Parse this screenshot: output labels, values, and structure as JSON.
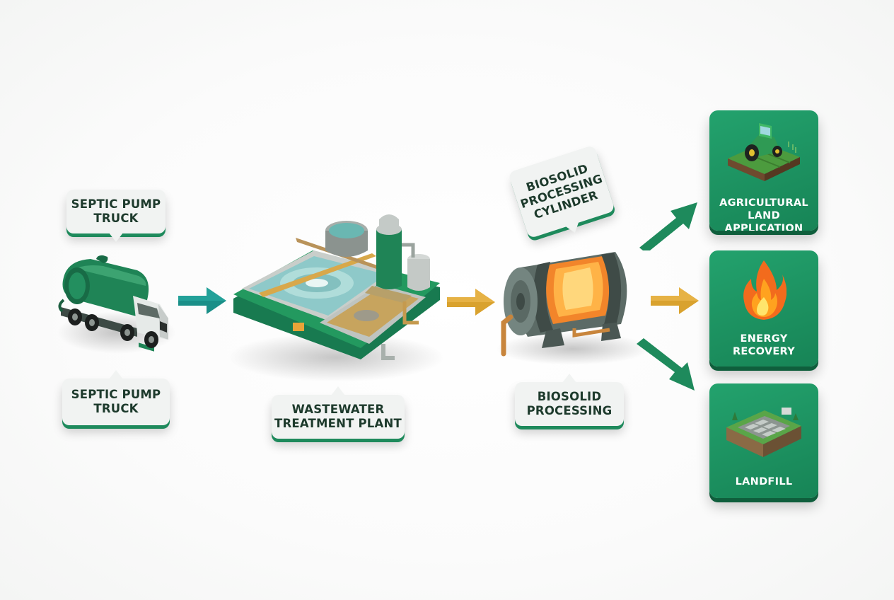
{
  "labels": {
    "truck_top": "SEPTIC PUMP\nTRUCK",
    "truck_bottom": "SEPTIC PUMP\nTRUCK",
    "plant": "WASTEWATER\nTREATMENT PLANT",
    "cylinder_tilted": "BIOSOLID\nPROCESSING\nCYLINDER",
    "biosolid": "BIOSOLID\nPROCESSING"
  },
  "outcomes": [
    {
      "label": "AGRICULTURAL\nLAND APPLICATION",
      "icon": "tractor-icon"
    },
    {
      "label": "ENERGY\nRECOVERY",
      "icon": "flame-icon"
    },
    {
      "label": "LANDFILL",
      "icon": "landfill-icon"
    }
  ],
  "colors": {
    "brand_green": "#1e8a5c",
    "teal_arrow": "#1a8f88",
    "gold_arrow": "#d9a22e",
    "card_green": "#1c9463",
    "label_text": "#1d3a2c"
  }
}
